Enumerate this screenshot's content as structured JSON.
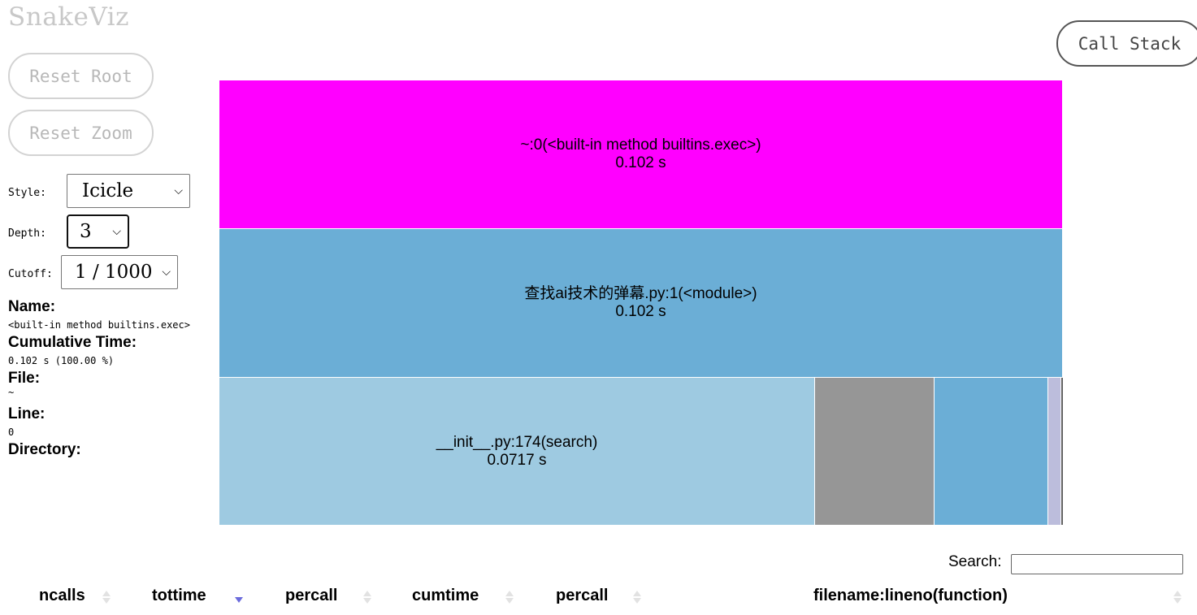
{
  "app": {
    "title": "SnakeViz"
  },
  "buttons": {
    "reset_root": "Reset Root",
    "reset_zoom": "Reset Zoom",
    "call_stack": "Call Stack"
  },
  "controls": {
    "style": {
      "label": "Style:",
      "value": "Icicle"
    },
    "depth": {
      "label": "Depth:",
      "value": "3"
    },
    "cutoff": {
      "label": "Cutoff:",
      "value": "1 / 1000"
    }
  },
  "info": {
    "name_label": "Name:",
    "name_value": "<built-in method builtins.exec>",
    "cumtime_label": "Cumulative Time:",
    "cumtime_value": "0.102 s (100.00 %)",
    "file_label": "File:",
    "file_value": "~",
    "line_label": "Line:",
    "line_value": "0",
    "directory_label": "Directory:",
    "directory_value": ""
  },
  "icicle": {
    "blocks": [
      {
        "name": "~:0(<built-in method builtins.exec>)",
        "time": "0.102 s",
        "color": "#ff00ff"
      },
      {
        "name": "查找ai技术的弹幕.py:1(<module>)",
        "time": "0.102 s",
        "color": "#6baed6"
      },
      {
        "name": "__init__.py:174(search)",
        "time": "0.0717 s",
        "color": "#9ecae1"
      },
      {
        "name": "",
        "time": "",
        "color": "#969696"
      },
      {
        "name": "",
        "time": "",
        "color": "#6baed6"
      },
      {
        "name": "",
        "time": "",
        "color": "#bcbddc"
      },
      {
        "name": "",
        "time": "",
        "color": "#636363"
      }
    ]
  },
  "search": {
    "label": "Search:",
    "placeholder": ""
  },
  "table": {
    "columns": [
      {
        "label": "ncalls",
        "sort": "none"
      },
      {
        "label": "tottime",
        "sort": "desc"
      },
      {
        "label": "percall",
        "sort": "none"
      },
      {
        "label": "cumtime",
        "sort": "none"
      },
      {
        "label": "percall",
        "sort": "none"
      },
      {
        "label": "filename:lineno(function)",
        "sort": "none"
      }
    ]
  }
}
